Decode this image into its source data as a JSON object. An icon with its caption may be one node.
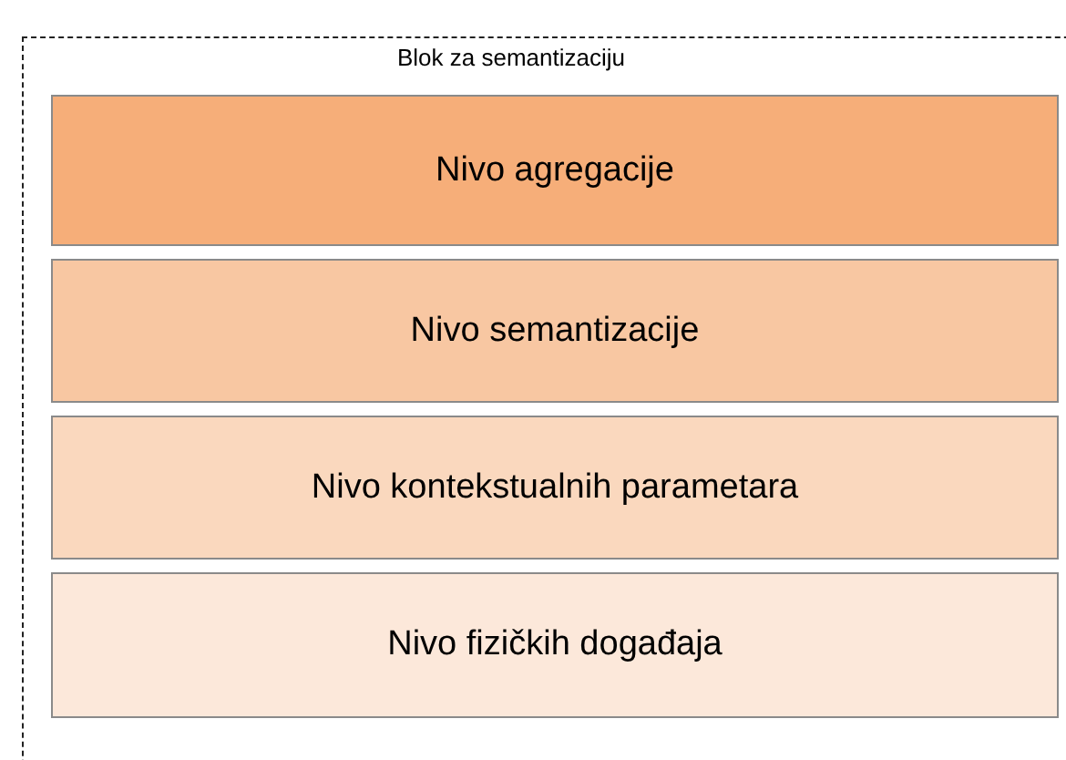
{
  "diagram": {
    "nodes": [
      {
        "text": [
          "Blok za semantizaciju"
        ]
      },
      {
        "text": [
          "Nivo agregacije"
        ],
        "in": 0
      },
      {
        "text": [
          "Nivo semantizacije"
        ],
        "in": 0
      },
      {
        "text": [
          "Nivo kontekstualnih parametara"
        ],
        "in": 0
      },
      {
        "text": [
          "Nivo fizičkih događaja"
        ],
        "in": 0
      }
    ]
  }
}
